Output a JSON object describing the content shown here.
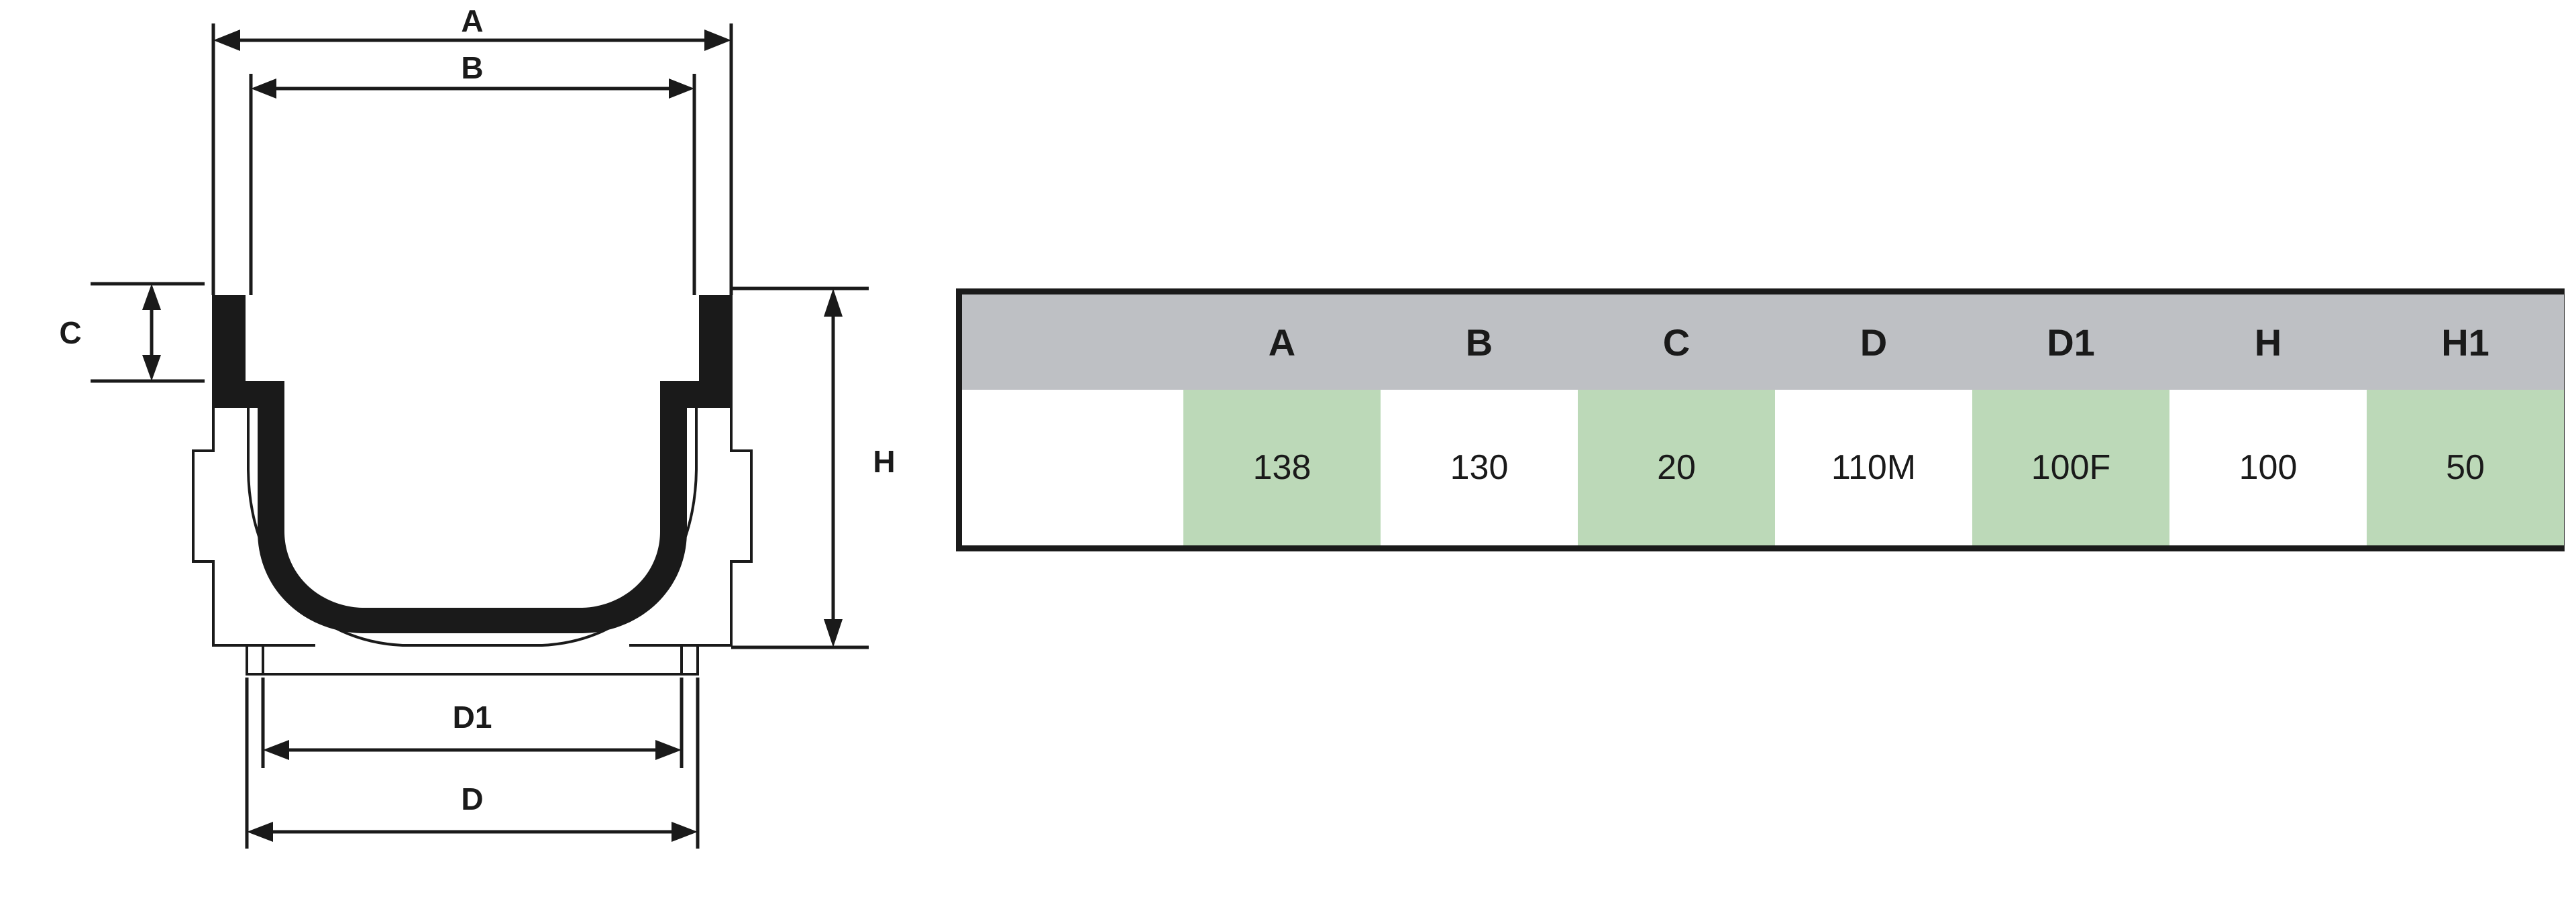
{
  "drawing": {
    "name": "drainage-channel-cross-section",
    "dimension_labels": {
      "a": "A",
      "b": "B",
      "c": "C",
      "d": "D",
      "d1": "D1",
      "h": "H"
    }
  },
  "table": {
    "name": "dimensions-table",
    "row_label": "",
    "columns": [
      "A",
      "B",
      "C",
      "D",
      "D1",
      "H",
      "H1"
    ],
    "rows": [
      {
        "label": "",
        "values": [
          "138",
          "130",
          "20",
          "110M",
          "100F",
          "100",
          "50"
        ],
        "highlight": [
          true,
          false,
          true,
          false,
          true,
          false,
          true
        ]
      }
    ],
    "colors": {
      "header_bg": "#BEC0C4",
      "highlight_bg": "#BCD9B8",
      "cell_bg": "#FFFFFF",
      "border": "#1A1A1A",
      "text": "#1A1A1A"
    }
  }
}
